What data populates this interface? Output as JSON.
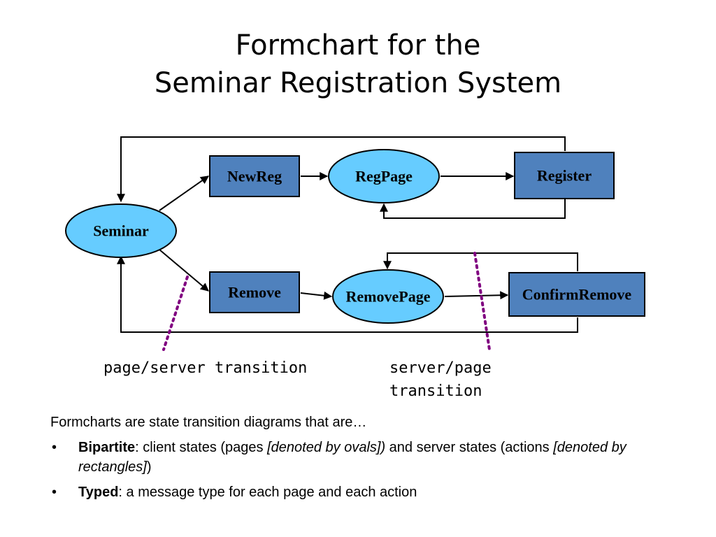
{
  "title": {
    "line1": "Formchart for the",
    "line2": "Seminar Registration System"
  },
  "diagram": {
    "nodes": {
      "seminar": "Seminar",
      "newreg": "NewReg",
      "regpage": "RegPage",
      "register": "Register",
      "remove": "Remove",
      "removepage": "RemovePage",
      "confirmremove": "ConfirmRemove"
    },
    "annotations": {
      "page_server": "page/server transition",
      "server_page_line1": "server/page",
      "server_page_line2": "transition"
    },
    "colors": {
      "action_rect": "#4f81bd",
      "page_oval": "#66ccff",
      "transition_marker": "#800080"
    }
  },
  "notes": {
    "intro": "Formcharts are state transition diagrams that are…",
    "bullets": [
      {
        "bold": "Bipartite",
        "text1": ": client states (pages ",
        "italic1": "[denoted by ovals])",
        "text2": " and server states (actions ",
        "italic2": "[denoted by rectangles]",
        "text3": ")"
      },
      {
        "bold": "Typed",
        "text1": ": a message type for each page and each action"
      }
    ]
  }
}
